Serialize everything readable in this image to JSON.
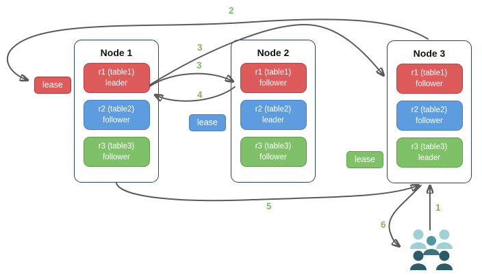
{
  "diagram": {
    "nodes": [
      {
        "title": "Node 1",
        "replicas": [
          {
            "name": "r1 (table1)",
            "role": "leader",
            "color": "red"
          },
          {
            "name": "r2 (table2)",
            "role": "follower",
            "color": "blue"
          },
          {
            "name": "r3 (table3)",
            "role": "follower",
            "color": "green"
          }
        ]
      },
      {
        "title": "Node 2",
        "replicas": [
          {
            "name": "r1 (table1)",
            "role": "follower",
            "color": "red"
          },
          {
            "name": "r2 (table2)",
            "role": "leader",
            "color": "blue"
          },
          {
            "name": "r3 (table3)",
            "role": "follower",
            "color": "green"
          }
        ]
      },
      {
        "title": "Node 3",
        "replicas": [
          {
            "name": "r1 (table1)",
            "role": "follower",
            "color": "red"
          },
          {
            "name": "r2 (table2)",
            "role": "follower",
            "color": "blue"
          },
          {
            "name": "r3 (table3)",
            "role": "leader",
            "color": "green"
          }
        ]
      }
    ],
    "leases": [
      {
        "label": "lease",
        "color": "red"
      },
      {
        "label": "lease",
        "color": "blue"
      },
      {
        "label": "lease",
        "color": "green"
      }
    ],
    "steps": {
      "s1": "1",
      "s2": "2",
      "s3a": "3",
      "s3b": "3",
      "s4": "4",
      "s5": "5",
      "s6": "6"
    },
    "icons": {
      "users": "users-icon"
    },
    "colors": {
      "replica_red": "#dd5c5b",
      "replica_blue": "#5e9ce0",
      "replica_green": "#7ec168",
      "node_border": "#27416b",
      "arrow_gray": "#58595b",
      "step_number_green": "#7bbb56",
      "users_light_teal": "#9dd1d5",
      "users_mid_teal": "#4e98a2",
      "users_dark_slate": "#2d5b68"
    }
  }
}
